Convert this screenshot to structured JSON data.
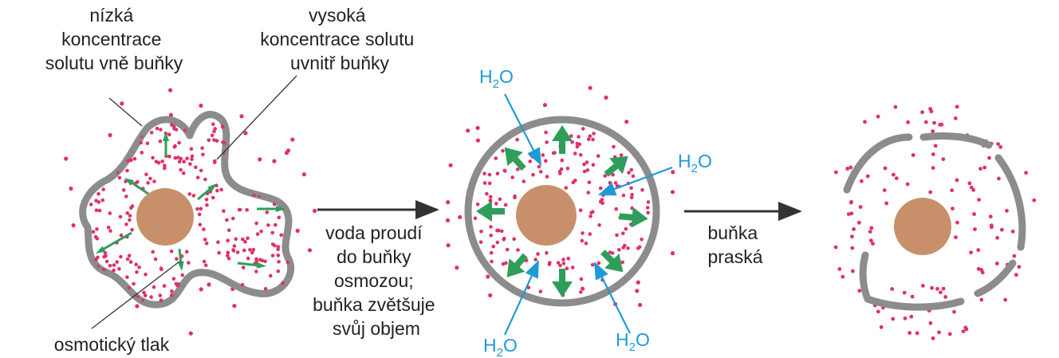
{
  "labels": {
    "low_outside": [
      "nízká",
      "koncentrace",
      "solutu vně buňky"
    ],
    "high_inside": [
      "vysoká",
      "koncentrace solutu",
      "uvnitř buňky"
    ],
    "osmotic_pressure": "osmotický tlak",
    "step1": [
      "voda proudí",
      "do buňky",
      "osmozou;",
      "buňka zvětšuje",
      "svůj objem"
    ],
    "step2": [
      "buňka",
      "praská"
    ]
  },
  "water": {
    "symbol_h": "H",
    "symbol_sub": "2",
    "symbol_o": "O"
  },
  "colors": {
    "membrane": "#8c8c8c",
    "nucleus": "#c8906a",
    "solute": "#e0306a",
    "pressure_arrow": "#2f9e5a",
    "water": "#1e9ad6",
    "text": "#222222"
  }
}
